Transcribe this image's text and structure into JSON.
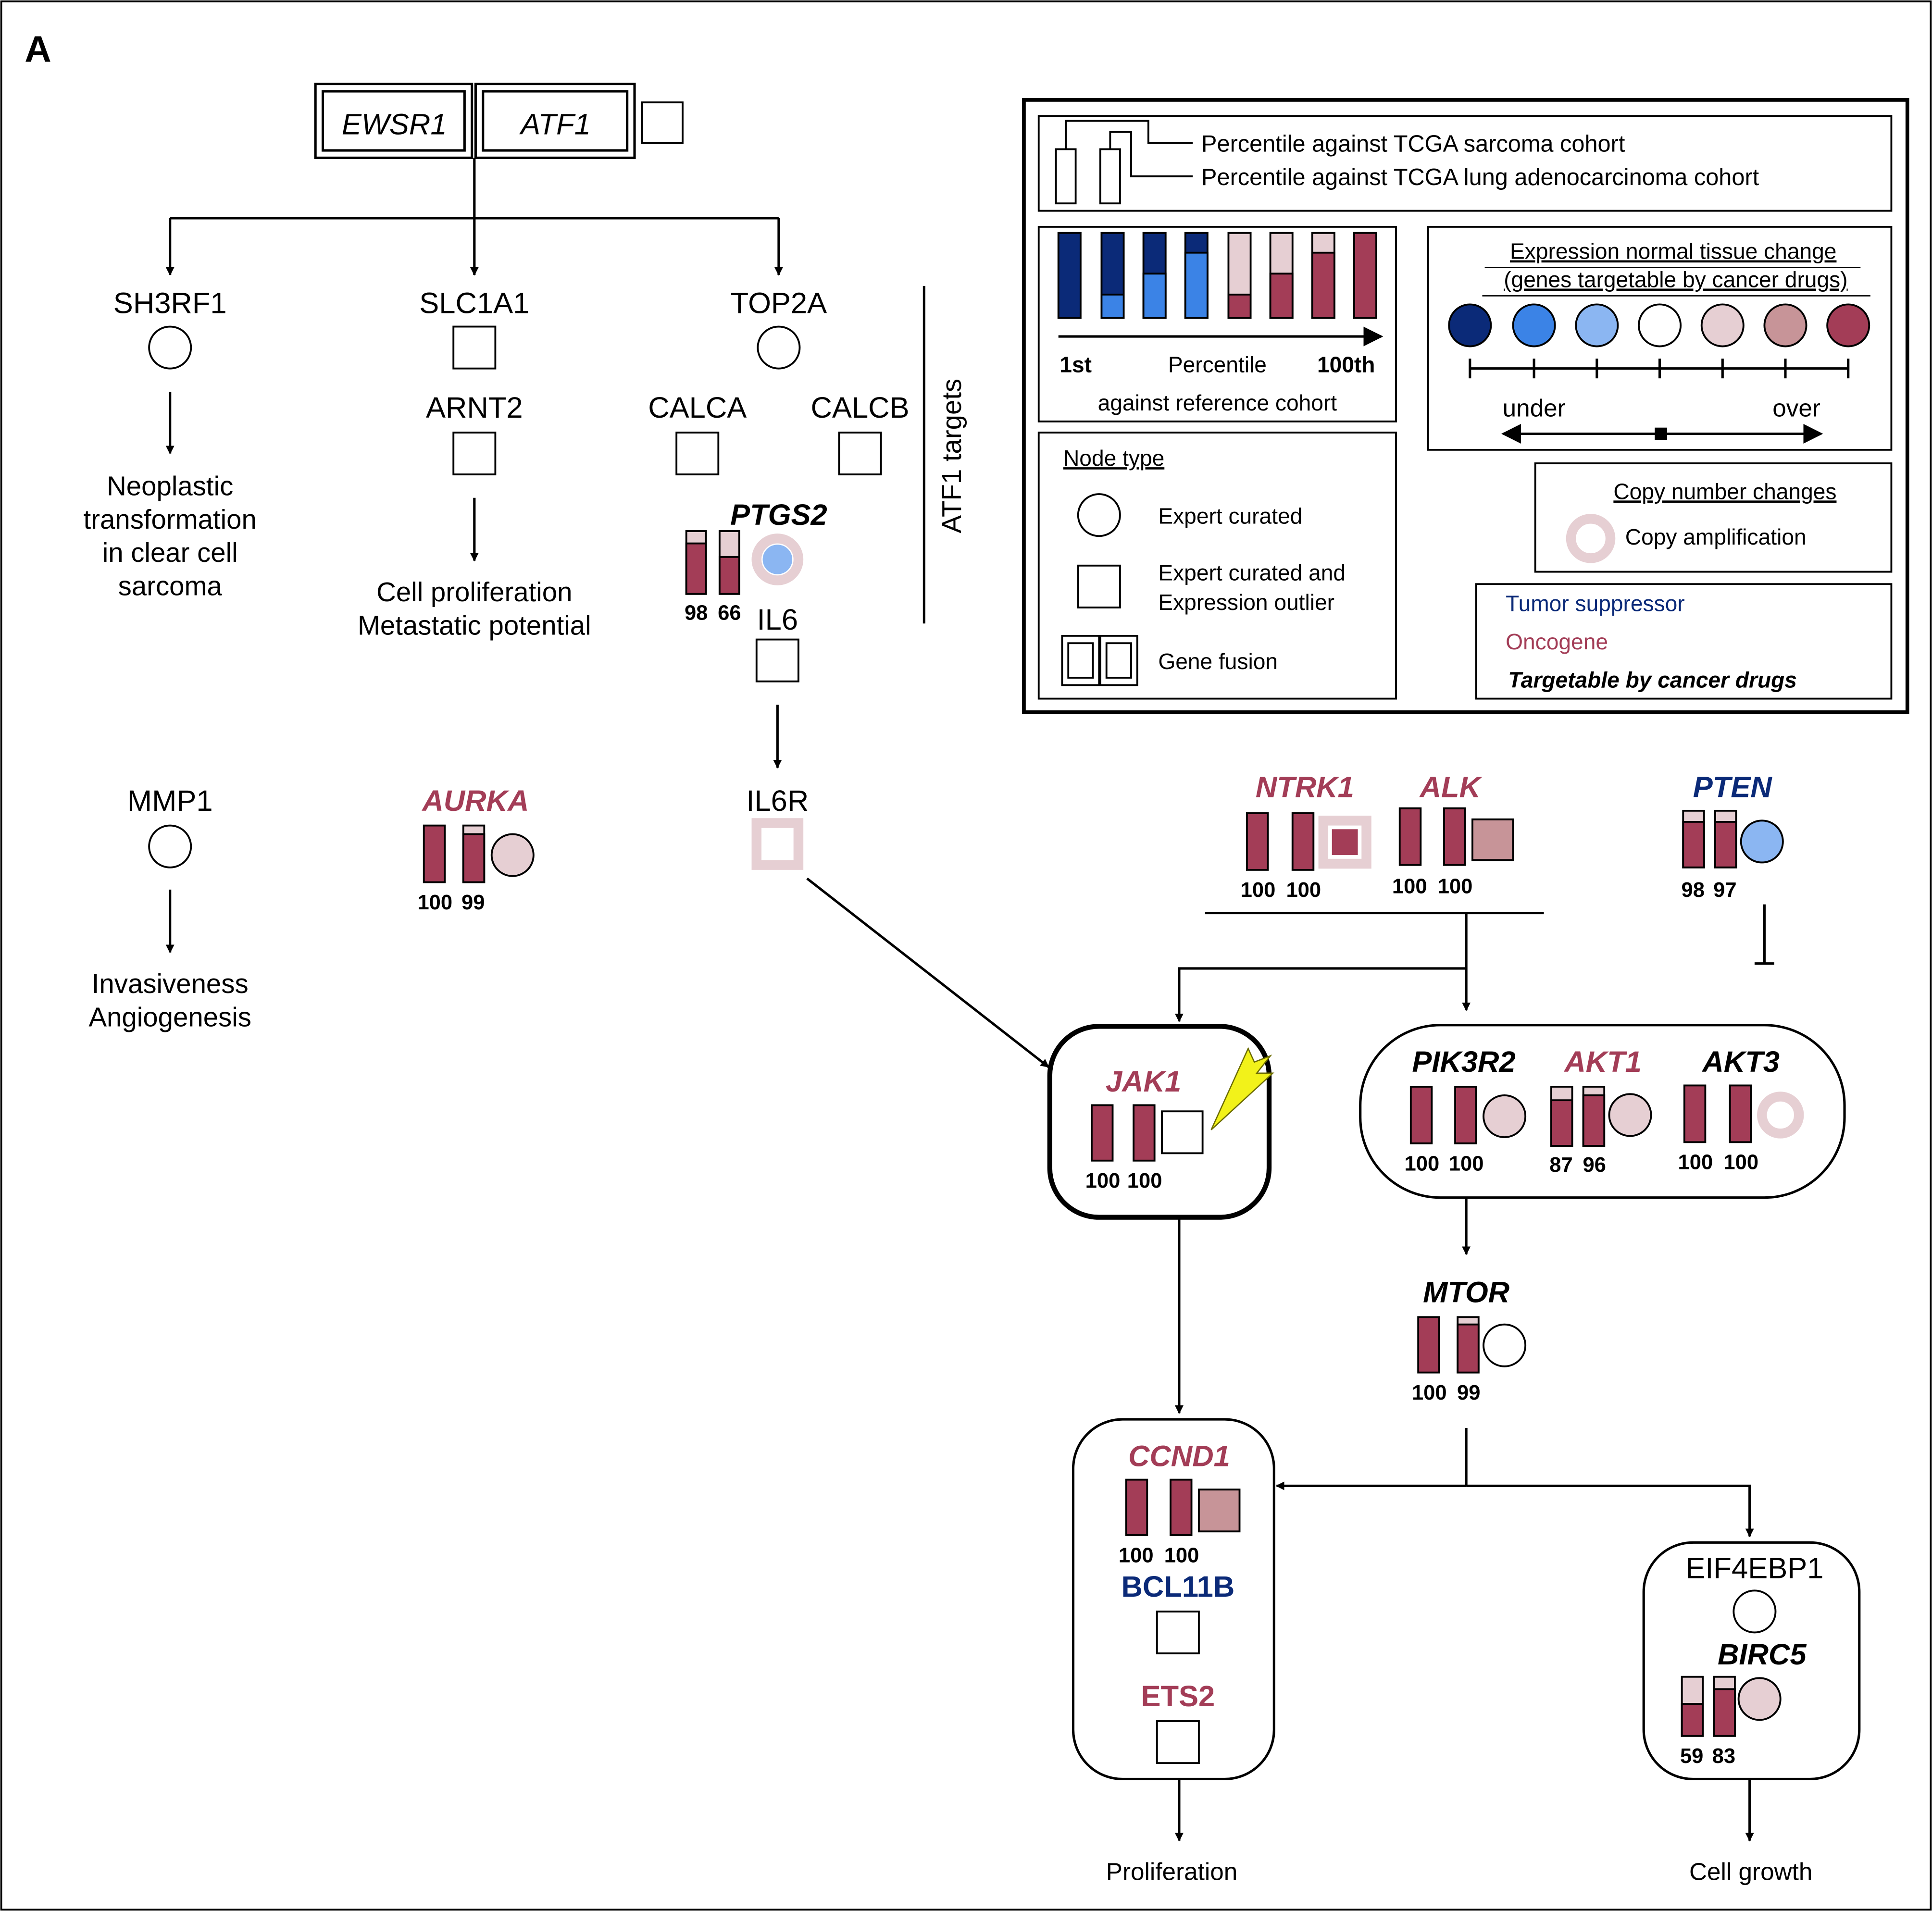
{
  "panel_label": "A",
  "colors": {
    "tumor_suppressor": "#0b2a78",
    "oncogene": "#a33d57",
    "oncogene_light": "#e6cfd3",
    "dark_blue": "#0b2a78",
    "mid_blue": "#3b83e6",
    "light_blue": "#8bb6f2",
    "pale_red": "#e6cfd3",
    "mid_red": "#c79498",
    "dark_red": "#a33d57",
    "amplification": "#e6cfd3",
    "lightning": "#f2f21a"
  },
  "fusion": {
    "gene_a": "EWSR1",
    "gene_b": "ATF1"
  },
  "nodes": {
    "sh3rf1": "SH3RF1",
    "slc1a1": "SLC1A1",
    "top2a": "TOP2A",
    "arnt2": "ARNT2",
    "calca": "CALCA",
    "calcb": "CALCB",
    "ptgs2": "PTGS2",
    "il6": "IL6",
    "il6r": "IL6R",
    "mmp1": "MMP1",
    "aurka": "AURKA",
    "ntrk1": "NTRK1",
    "alk": "ALK",
    "pten": "PTEN",
    "jak1": "JAK1",
    "pik3r2": "PIK3R2",
    "akt1": "AKT1",
    "akt3": "AKT3",
    "mtor": "MTOR",
    "ccnd1": "CCND1",
    "bcl11b": "BCL11B",
    "ets2": "ETS2",
    "eif4ebp1": "EIF4EBP1",
    "birc5": "BIRC5"
  },
  "percentiles": {
    "ptgs2": [
      "98",
      "66"
    ],
    "aurka": [
      "100",
      "99"
    ],
    "ntrk1": [
      "100",
      "100"
    ],
    "alk": [
      "100",
      "100"
    ],
    "pten": [
      "98",
      "97"
    ],
    "jak1": [
      "100",
      "100"
    ],
    "pik3r2": [
      "100",
      "100"
    ],
    "akt1": [
      "87",
      "96"
    ],
    "akt3": [
      "100",
      "100"
    ],
    "mtor": [
      "100",
      "99"
    ],
    "ccnd1": [
      "100",
      "100"
    ],
    "birc5": [
      "59",
      "83"
    ]
  },
  "bracket_label": "ATF1 targets",
  "outcomes": {
    "sh3rf1": [
      "Neoplastic",
      "transformation",
      "in clear cell",
      "sarcoma"
    ],
    "arnt2": [
      "Cell proliferation",
      "Metastatic potential"
    ],
    "mmp1": [
      "Invasiveness",
      "Angiogenesis"
    ],
    "proliferation": "Proliferation",
    "cell_growth": "Cell growth"
  },
  "legend": {
    "cohort_sarcoma": "Percentile against TCGA sarcoma cohort",
    "cohort_lung": "Percentile against TCGA lung adenocarcinoma cohort",
    "pct_first": "1st",
    "pct_mid": "Percentile",
    "pct_last": "100th",
    "pct_caption": "against reference cohort",
    "expr_title_1": "Expression normal tissue change",
    "expr_title_2": "(genes targetable by cancer drugs)",
    "under": "under",
    "over": "over",
    "node_type_title": "Node type",
    "expert_curated": "Expert curated",
    "expert_outlier_1": "Expert curated and",
    "expert_outlier_2": "Expression outlier",
    "gene_fusion": "Gene fusion",
    "copy_title": "Copy number changes",
    "copy_amp": "Copy amplification",
    "tumor_suppressor": "Tumor suppressor",
    "oncogene": "Oncogene",
    "targetable": "Targetable by cancer drugs"
  }
}
